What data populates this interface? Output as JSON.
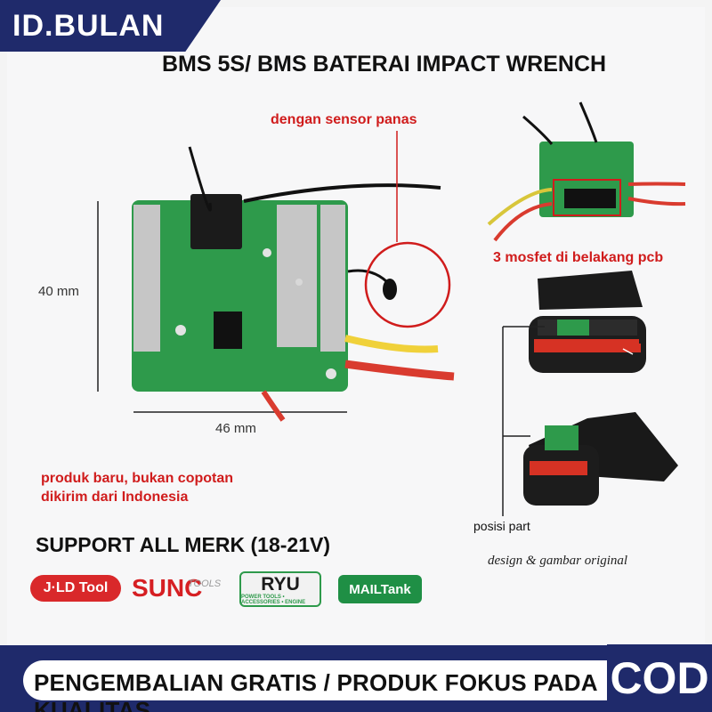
{
  "header": {
    "brand": "ID.BULAN",
    "title": "BMS 5S/ BMS BATERAI IMPACT WRENCH"
  },
  "labels": {
    "sensor": "dengan sensor panas",
    "mosfet": "3 mosfet di belakang pcb",
    "height": "40 mm",
    "width": "46 mm",
    "new1": "produk baru, bukan copotan",
    "new2": "dikirim dari Indonesia",
    "posisi": "posisi part",
    "design": "design & gambar original",
    "support": "SUPPORT ALL MERK (18-21V)"
  },
  "logos": {
    "jld": "J·LD Tool",
    "sunc": "SUNC",
    "sunc_sub": "TOOLS",
    "ryu": "RYU",
    "ryu_sub": "POWER TOOLS • ACCESSORIES • ENGINE",
    "mailtank": "MAILTank"
  },
  "footer": {
    "bar": "PENGEMBALIAN GRATIS / PRODUK FOKUS PADA KUALITAS",
    "cod": "COD"
  },
  "colors": {
    "navy": "#1f2a6b",
    "red": "#d01c1c",
    "green": "#1f8f45",
    "pcb": "#2e9a4b"
  }
}
